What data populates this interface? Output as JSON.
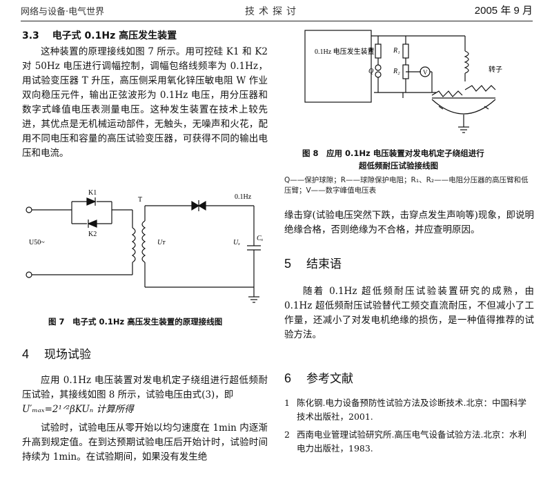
{
  "header": {
    "journal": "网络与设备·电气世界",
    "section": "技术探讨",
    "date": "2005 年 9 月"
  },
  "sec33": {
    "number": "3.3",
    "title": "电子式 0.1Hz 高压发生装置",
    "body": "这种装置的原理接线如图 7 所示。用可控硅 K1 和 K2 对 50Hz 电压进行调幅控制，调幅包络线频率为 0.1Hz，用试验变压器 T 升压，高压侧采用氧化锌压敏电阻 W 作业双向稳压元件，输出正弦波形为 0.1Hz 电压，用分压器和数字式峰值电压表测量电压。这种发生装置在技术上较先进，其优点是无机械运动部件，无触头，无噪声和火花，配用不同电压和容量的高压试验变压器，可获得不同的输出电压和电流。"
  },
  "fig7": {
    "label_k1": "K1",
    "label_k2": "K2",
    "label_t": "T",
    "label_u50": "U50~",
    "label_ut": "Uᴛ",
    "label_ux": "Uₓ",
    "label_cx": "Cₓ",
    "label_freq": "0.1Hz",
    "caption": "图 7　电子式 0.1Hz 高压发生装置的原理接线图"
  },
  "sec4": {
    "number": "4",
    "title": "现场试验",
    "para1": "应用 0.1Hz 电压装置对发电机定子绕组进行超低频耐压试验，其接线如图 8 所示，试验电压由式(3)，即",
    "formula": "U′ₘₐₓ=2¹ᐟ²βKUₙ 计算所得",
    "para2": "试验时，试验电压从零开始以均匀速度在 1min 内逐渐升高到规定值。在到达预期试验电压后开始计时，试验时间持续为 1min。在试验期间，如果没有发生绝"
  },
  "fig8": {
    "box_label": "0.1Hz 电压发生装置",
    "label_r": "R",
    "label_q": "Q",
    "label_r1": "R₁",
    "label_r2": "R₂",
    "label_v": "V",
    "label_rotor": "转子",
    "caption_line1": "图 8　应用 0.1Hz 电压装置对发电机定子绕组进行",
    "caption_line2": "超低频耐压试验接线图",
    "legend": "Q——保护球隙；R——球隙保护电阻；R₁、R₂——电阻分压器的高压臂和低压臂；V——数字峰值电压表"
  },
  "right_body": "缘击穿(试验电压突然下跌，击穿点发生声响等)现象，即说明绝缘合格，否则绝缘为不合格，并应查明原因。",
  "sec5": {
    "number": "5",
    "title": "结束语",
    "body": "随着 0.1Hz 超低频耐压试验装置研究的成熟，由 0.1Hz 超低频耐压试验替代工频交直流耐压，不但减小了工作量，还减小了对发电机绝缘的损伤，是一种值得推荐的试验方法。"
  },
  "sec6": {
    "number": "6",
    "title": "参考文献",
    "refs": [
      {
        "n": "1",
        "text": "陈化钢.电力设备预防性试验方法及诊断技术.北京：中国科学技术出版社，2001."
      },
      {
        "n": "2",
        "text": "西南电业管理试验研究所.高压电气设备试验方法.北京：水利电力出版社，1983."
      }
    ]
  }
}
